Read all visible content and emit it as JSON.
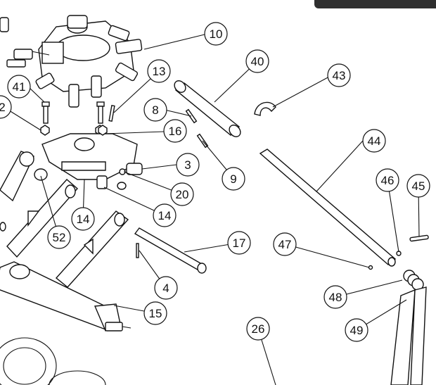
{
  "callouts": [
    {
      "id": "c10",
      "label": "10"
    },
    {
      "id": "c40",
      "label": "40"
    },
    {
      "id": "c43",
      "label": "43"
    },
    {
      "id": "c13",
      "label": "13"
    },
    {
      "id": "c41",
      "label": "41"
    },
    {
      "id": "c2",
      "label": "2"
    },
    {
      "id": "c8",
      "label": "8"
    },
    {
      "id": "c16",
      "label": "16"
    },
    {
      "id": "c44",
      "label": "44"
    },
    {
      "id": "c3",
      "label": "3"
    },
    {
      "id": "c9",
      "label": "9"
    },
    {
      "id": "c46",
      "label": "46"
    },
    {
      "id": "c45",
      "label": "45"
    },
    {
      "id": "c20",
      "label": "20"
    },
    {
      "id": "c14a",
      "label": "14"
    },
    {
      "id": "c14b",
      "label": "14"
    },
    {
      "id": "c52",
      "label": "52"
    },
    {
      "id": "c17",
      "label": "17"
    },
    {
      "id": "c47",
      "label": "47"
    },
    {
      "id": "c4",
      "label": "4"
    },
    {
      "id": "c48",
      "label": "48"
    },
    {
      "id": "c15",
      "label": "15"
    },
    {
      "id": "c49",
      "label": "49"
    },
    {
      "id": "c26",
      "label": "26"
    }
  ]
}
